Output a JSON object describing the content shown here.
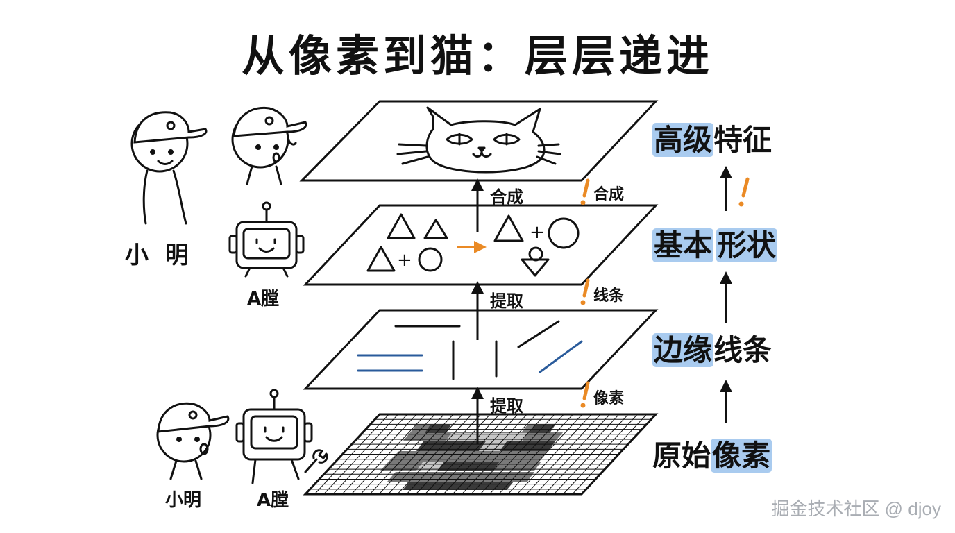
{
  "title": "从像素到猫：层层递进",
  "levels": [
    {
      "prefix": "",
      "highlight": "高级",
      "suffix": "特征"
    },
    {
      "prefix": "",
      "highlight": "基本",
      "suffix": "",
      "highlight2": "形状"
    },
    {
      "prefix": "",
      "highlight": "边缘",
      "suffix": "线条"
    },
    {
      "prefix": "原始",
      "highlight": "像素",
      "suffix": ""
    }
  ],
  "layer_arrows": {
    "top": "合成",
    "middle": "提取",
    "bottom": "提取"
  },
  "side_notes": {
    "top": "合成",
    "middle": "线条",
    "bottom": "像素"
  },
  "characters": {
    "boy_top": "小 明",
    "robot_top": "A膛",
    "boy_bottom": "小明",
    "robot_bottom": "A膛"
  },
  "shapes_plus": {
    "left": "+",
    "right": "+"
  },
  "watermark": "掘金技术社区 @ djoy",
  "colors": {
    "highlight": "#a9cbef",
    "accent_orange": "#ea8a25",
    "line_blue": "#2a5b9b",
    "ink": "#111111"
  },
  "icons": [
    "cat-drawing",
    "triangle-shape",
    "circle-shape",
    "pixel-grid",
    "boy-with-cap",
    "robot",
    "arrow-up",
    "exclamation-mark"
  ]
}
